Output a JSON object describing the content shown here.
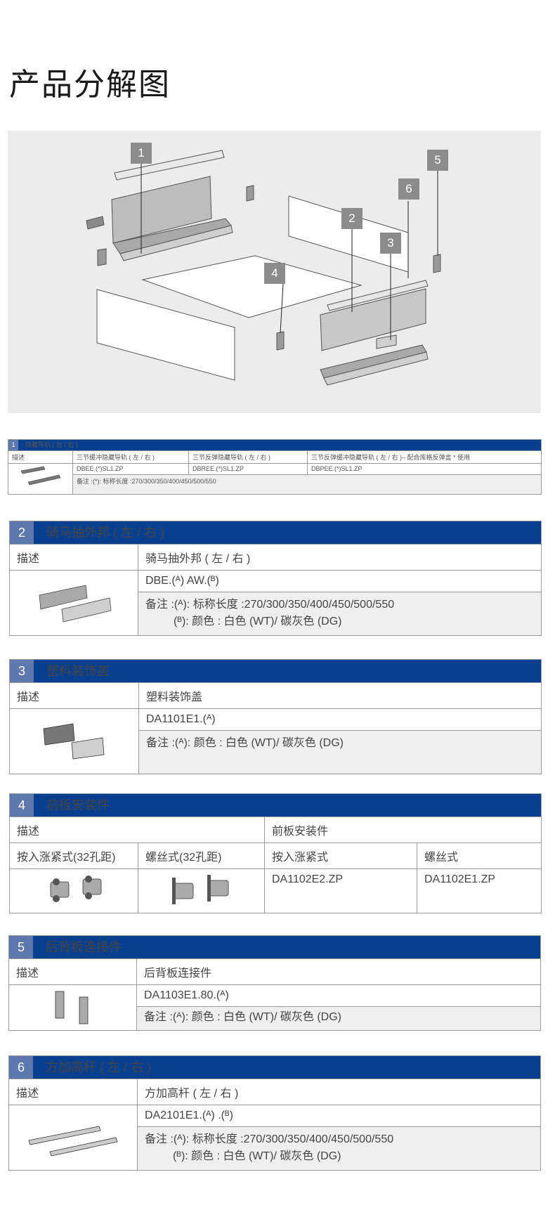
{
  "page": {
    "title": "产品分解图"
  },
  "diagram": {
    "callouts": [
      "1",
      "2",
      "3",
      "4",
      "5",
      "6"
    ]
  },
  "table1": {
    "number": "1",
    "title": "隐藏导轨 ( 左 / 右 )",
    "desc_label": "描述",
    "variants": [
      {
        "name": "三节缓冲隐藏导轨 ( 左 / 右 )",
        "code": "DBEE.(*)SL1.ZP"
      },
      {
        "name": "三节反弹隐藏导轨 ( 左 / 右 )",
        "code": "DBREE.(*)SL1.ZP"
      },
      {
        "name": "三节反弹缓冲隐藏导轨 ( 左 / 右 )– 配合库格反弹盒 * 使用",
        "code": "DBPEE.(*)SL1.ZP"
      }
    ],
    "note": "备注 :(*): 标称长度 :270/300/350/400/450/500/550"
  },
  "table2": {
    "number": "2",
    "title": "骑马抽外邦 ( 左 / 右 )",
    "desc_label": "描述",
    "name": "骑马抽外邦 ( 左 / 右 )",
    "code": "DBE.(ᴬ) AW.(ᴮ)",
    "note_line1": "备注 :(ᴬ): 标称长度 :270/300/350/400/450/500/550",
    "note_line2": "(ᴮ): 颜色 : 白色 (WT)/ 碳灰色 (DG)"
  },
  "table3": {
    "number": "3",
    "title": "塑料装饰盖",
    "desc_label": "描述",
    "name": "塑料装饰盖",
    "code": "DA1101E1.(ᴬ)",
    "note_line1": "备注 :(ᴬ): 颜色 : 白色 (WT)/ 碳灰色 (DG)"
  },
  "table4": {
    "number": "4",
    "title": "前板安装件",
    "desc_label": "描述",
    "name": "前板安装件",
    "type1": "按入涨紧式(32孔距)",
    "type2": "螺丝式(32孔距)",
    "type1_short": "按入涨紧式",
    "type2_short": "螺丝式",
    "code1": "DA1102E2.ZP",
    "code2": "DA1102E1.ZP"
  },
  "table5": {
    "number": "5",
    "title": "后背板连接件",
    "desc_label": "描述",
    "name": "后背板连接件",
    "code": "DA1103E1.80.(ᴬ)",
    "note_line1": "备注 :(ᴬ): 颜色 : 白色 (WT)/ 碳灰色 (DG)"
  },
  "table6": {
    "number": "6",
    "title": "方加高杆 ( 左 / 右 )",
    "desc_label": "描述",
    "name": "方加高杆 ( 左 / 右 )",
    "code": "DA2101E1.(ᴬ) .(ᴮ)",
    "note_line1": "备注 :(ᴬ): 标称长度 :270/300/350/400/450/500/550",
    "note_line2": "(ᴮ): 颜色 : 白色 (WT)/ 碳灰色 (DG)"
  }
}
